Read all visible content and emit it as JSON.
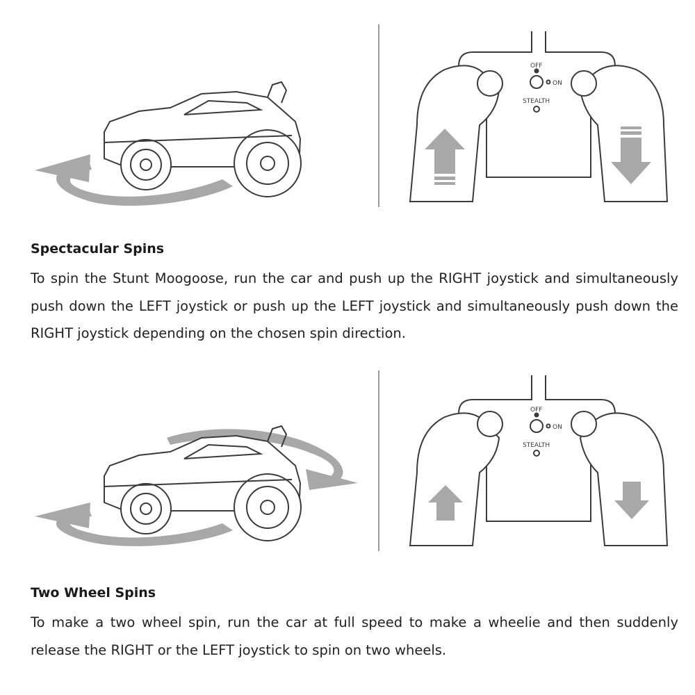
{
  "sections": [
    {
      "heading": "Spectacular Spins",
      "body": "To spin the Stunt Moogoose, run the car and push up the RIGHT joystick and simultaneously push down the LEFT joystick or push up the LEFT joystick and simultaneously push down the RIGHT joystick depending on the chosen spin direction.",
      "controller": {
        "off_label": "OFF",
        "on_label": "ON",
        "stealth_label": "STEALTH"
      }
    },
    {
      "heading": "Two Wheel Spins",
      "body": "To make a two wheel spin, run the car at full speed to make a wheelie and then suddenly release the RIGHT or the LEFT joystick to spin on two wheels.",
      "controller": {
        "off_label": "OFF",
        "on_label": "ON",
        "stealth_label": "STEALTH"
      }
    }
  ],
  "colors": {
    "arrow_gray": "#a8a8a8",
    "line": "#3a3a3a",
    "divider": "#9a9a9a"
  }
}
